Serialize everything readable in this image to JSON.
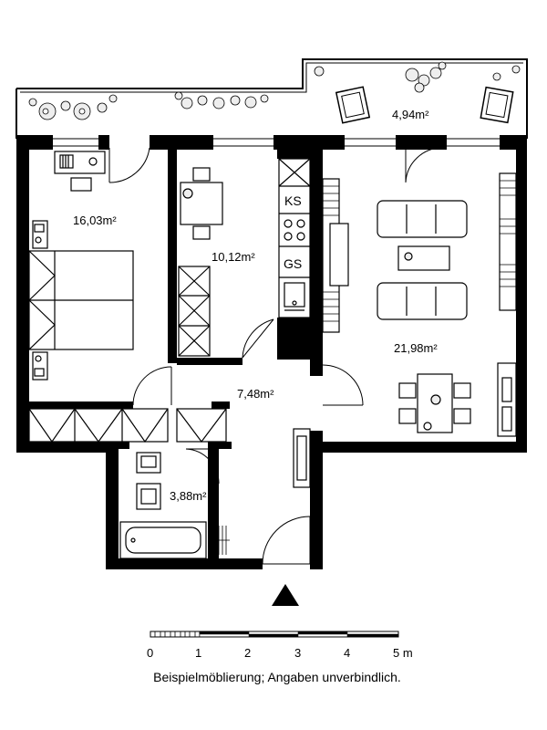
{
  "rooms": {
    "balcony": "4,94m²",
    "bedroom": "16,03m²",
    "kitchen": "10,12m²",
    "living": "21,98m²",
    "hall": "7,48m²",
    "bath": "3,88m²"
  },
  "kitchen_units": {
    "fridge": "KS",
    "dishwasher": "GS"
  },
  "scale": {
    "ticks": [
      "0",
      "1",
      "2",
      "3",
      "4",
      "5 m"
    ]
  },
  "caption": "Beispielmöblierung; Angaben unverbindlich."
}
